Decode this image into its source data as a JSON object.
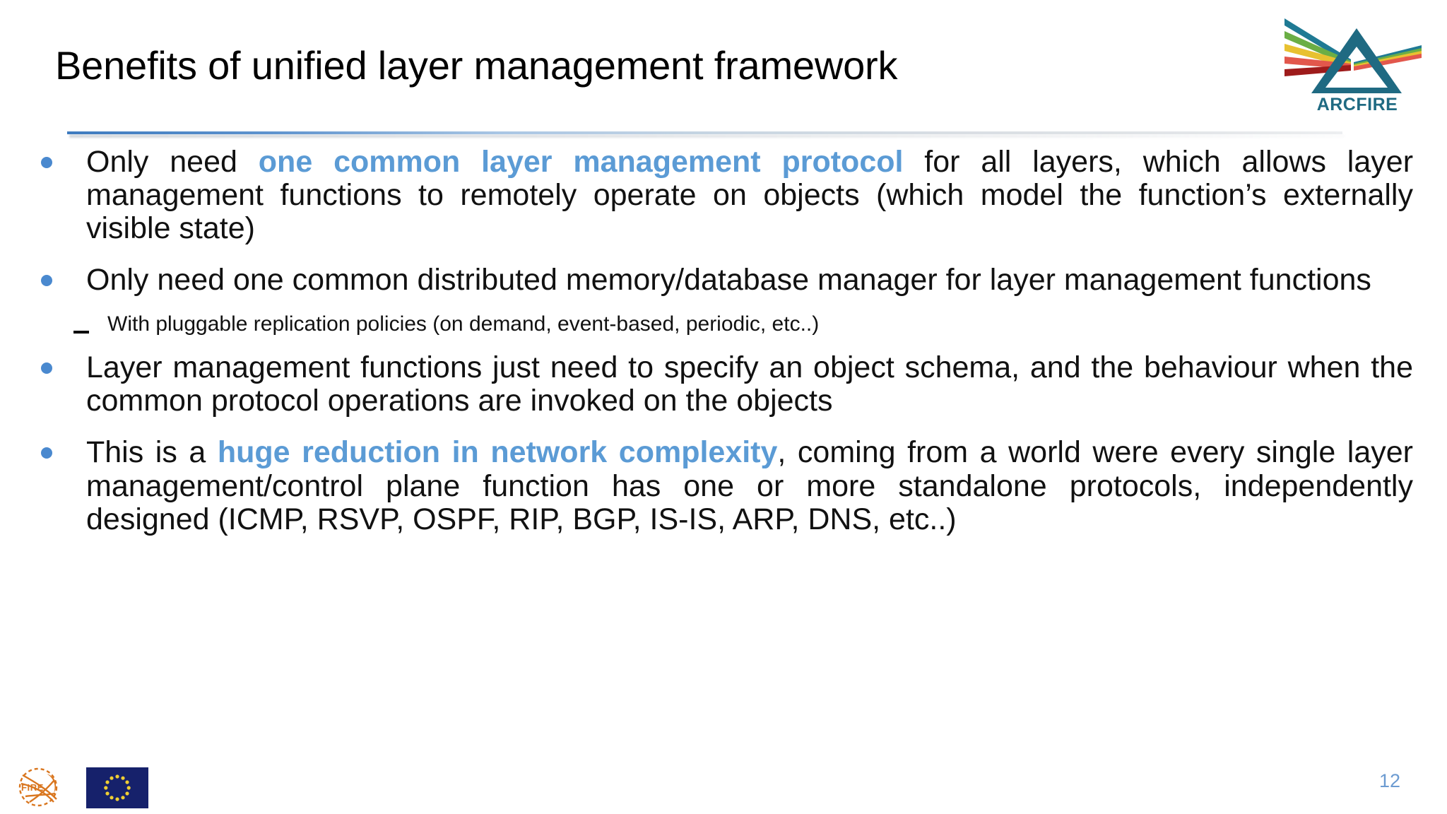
{
  "slide": {
    "title": "Benefits of unified layer management framework",
    "page_number": "12",
    "accent_color": "#5B9BD5",
    "bullet_color": "#4A89CF",
    "page_number_color": "#6C9BD1"
  },
  "bullets": [
    {
      "level": 1,
      "marker": "dot",
      "segments": [
        {
          "text": "Only need ",
          "style": "normal"
        },
        {
          "text": "one common layer management protocol",
          "style": "highlight"
        },
        {
          "text": " for all layers, which allows layer management functions to remotely operate on objects (which model the function’s externally visible state)",
          "style": "normal"
        }
      ]
    },
    {
      "level": 1,
      "marker": "dot",
      "segments": [
        {
          "text": "Only need one common distributed memory/database manager for layer management functions",
          "style": "normal"
        }
      ]
    },
    {
      "level": 2,
      "marker": "dash",
      "segments": [
        {
          "text": "With pluggable replication policies (on demand, event-based, periodic, etc..)",
          "style": "normal"
        }
      ]
    },
    {
      "level": 1,
      "marker": "dot",
      "segments": [
        {
          "text": "Layer management functions just need to specify an object schema, and the behaviour when the common protocol operations are invoked on the objects",
          "style": "normal"
        }
      ]
    },
    {
      "level": 1,
      "marker": "dot",
      "segments": [
        {
          "text": "This is a ",
          "style": "normal"
        },
        {
          "text": "huge reduction in network complexity",
          "style": "highlight"
        },
        {
          "text": ", coming from a world were every single layer management/control plane function has one or more standalone protocols, independently designed (ICMP, RSVP, OSPF, RIP, BGP, IS-IS, ARP, DNS, etc..)",
          "style": "normal"
        }
      ]
    }
  ],
  "logos": {
    "arcfire": {
      "name": "arcfire-logo",
      "wordmark": "ARCFIRE",
      "color": "#1F6A82",
      "ray_colors": [
        "#1F7A94",
        "#6BAE45",
        "#E8C130",
        "#E2574C",
        "#9E1B1B"
      ]
    },
    "fire": {
      "name": "fire-logo",
      "wordmark": "FIRE",
      "color": "#D9761F"
    },
    "eu_flag": {
      "name": "eu-flag",
      "background": "#16216B",
      "star_color": "#F0CE33",
      "star_count": 12
    }
  }
}
